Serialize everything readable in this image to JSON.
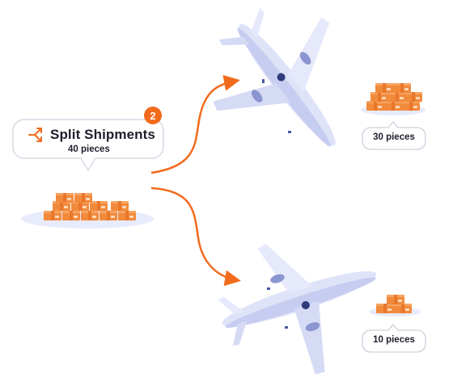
{
  "callout": {
    "title": "Split Shipments",
    "subtitle": "40 pieces",
    "badge": "2",
    "icon": "split-arrow-icon"
  },
  "shipment_a": {
    "label": "30 pieces"
  },
  "shipment_b": {
    "label": "10 pieces"
  },
  "colors": {
    "accent": "#f26b1d",
    "box": "#f28a3c",
    "box_dark": "#e06a22",
    "plane": "#dfe3f8",
    "plane_shadow": "#b9c0ea",
    "shadow": "#e8ebfb"
  }
}
